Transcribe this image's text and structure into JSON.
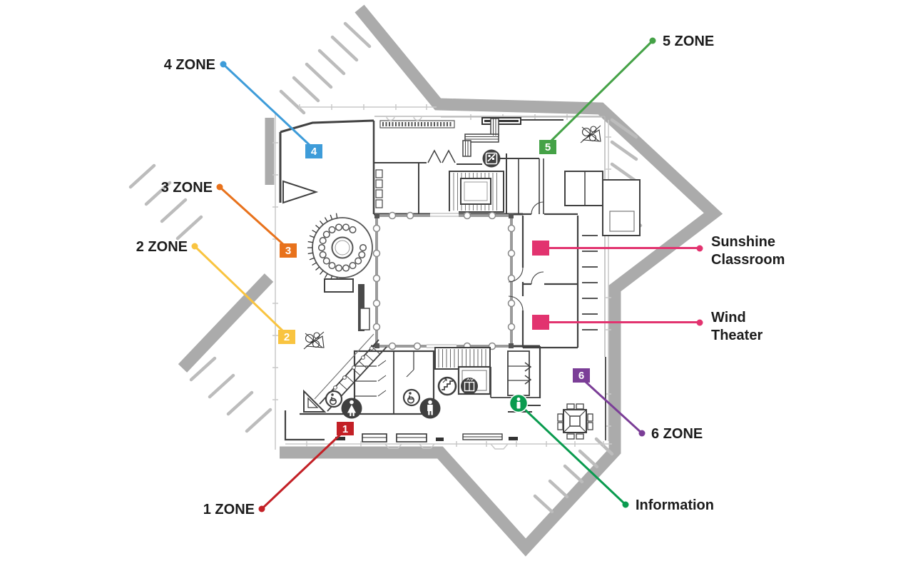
{
  "zones": [
    {
      "number": "1",
      "label": "1 ZONE",
      "color": "#c32026"
    },
    {
      "number": "2",
      "label": "2 ZONE",
      "color": "#f9c440"
    },
    {
      "number": "3",
      "label": "3 ZONE",
      "color": "#e8721c"
    },
    {
      "number": "4",
      "label": "4 ZONE",
      "color": "#3e9cd9"
    },
    {
      "number": "5",
      "label": "5 ZONE",
      "color": "#45a247"
    },
    {
      "number": "6",
      "label": "6 ZONE",
      "color": "#7b3e97"
    }
  ],
  "facilities": [
    {
      "name": "sunshine-classroom",
      "line1": "Sunshine",
      "line2": "Classroom",
      "color": "#e2336f"
    },
    {
      "name": "wind-theater",
      "line1": "Wind",
      "line2": "Theater",
      "color": "#e2336f"
    },
    {
      "name": "information",
      "label": "Information",
      "color": "#0a9b4f"
    }
  ],
  "icons": [
    {
      "name": "information-icon",
      "glyph": "i"
    },
    {
      "name": "stairs-icon"
    },
    {
      "name": "elevator-icon"
    },
    {
      "name": "restroom-women-icon"
    },
    {
      "name": "restroom-men-icon"
    },
    {
      "name": "wheelchair-icon"
    },
    {
      "name": "escalator"
    }
  ],
  "drawing_colors": {
    "road_gray": "#ababab",
    "wall_dark": "#414141",
    "text": "#1c1c1c"
  }
}
